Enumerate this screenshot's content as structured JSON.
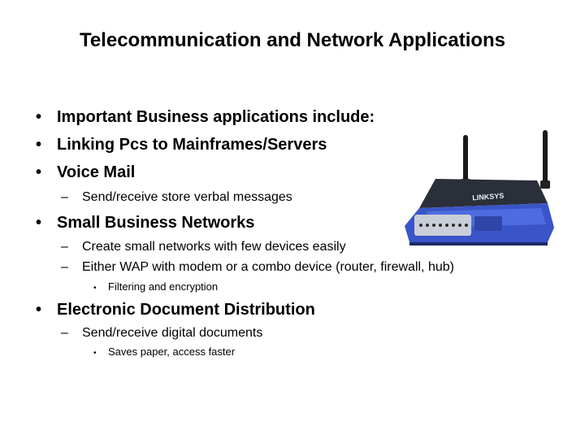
{
  "slide": {
    "title": "Telecommunication and Network Applications",
    "bullets": [
      {
        "marker": "•",
        "text": "Important Business applications include:"
      },
      {
        "marker": "•",
        "text": "Linking Pcs to Mainframes/Servers"
      },
      {
        "marker": "•",
        "text": "Voice Mail"
      },
      {
        "marker": "–",
        "text": "Send/receive store verbal messages"
      },
      {
        "marker": "•",
        "text": "Small Business Networks"
      },
      {
        "marker": "–",
        "text": "Create small networks with few devices easily"
      },
      {
        "marker": "–",
        "text": "Either WAP with modem or a combo device (router, firewall, hub)"
      },
      {
        "marker": "•",
        "text": "Filtering and encryption"
      },
      {
        "marker": "•",
        "text": "Electronic Document Distribution"
      },
      {
        "marker": "–",
        "text": "Send/receive digital documents"
      },
      {
        "marker": "•",
        "text": "Saves paper, access faster"
      }
    ],
    "image": {
      "icon": "wireless-router-icon",
      "brand_text": "LINKSYS",
      "body_color": "#3a55c8"
    }
  }
}
